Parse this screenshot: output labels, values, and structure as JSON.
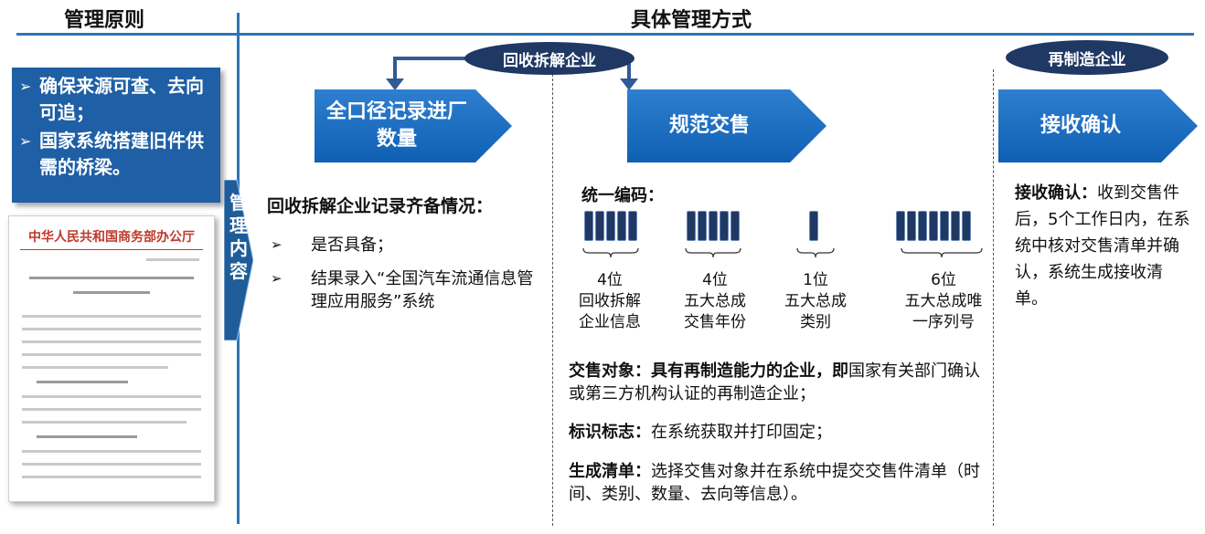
{
  "header": {
    "left_title": "管理原则",
    "right_title": "具体管理方式"
  },
  "principles": {
    "items": [
      {
        "bullet": "➢",
        "text": "确保来源可查、去向可追；"
      },
      {
        "bullet": "➢",
        "text": "国家系统搭建旧件供需的桥梁。"
      }
    ]
  },
  "document": {
    "issuer": "中华人民共和国商务部办公厅"
  },
  "side_label": "管理内容",
  "col1": {
    "ellipse": "回收拆解企业",
    "arrow_label": "全口径记录进厂数量",
    "heading": "回收拆解企业记录齐备情况：",
    "items": [
      {
        "bullet": "➢",
        "text": "是否具备；"
      },
      {
        "bullet": "➢",
        "text": "结果录入“全国汽车流通信息管理应用服务”系统"
      }
    ]
  },
  "col2": {
    "arrow_label": "规范交售",
    "code_title": "统一编码：",
    "codes": [
      {
        "count": 4,
        "label": "4位",
        "desc": "回收拆解企业信息"
      },
      {
        "count": 4,
        "label": "4位",
        "desc": "五大总成交售年份"
      },
      {
        "count": 1,
        "label": "1位",
        "desc": "五大总成类别"
      },
      {
        "count": 6,
        "label": "6位",
        "desc": "五大总成唯一序列号"
      }
    ],
    "p1_bold": "交售对象：具有再制造能力的企业，即",
    "p1_rest": "国家有关部门确认或第三方机构认证的再制造企业；",
    "p2_bold": "标识标志：",
    "p2_rest": "在系统获取并打印固定；",
    "p3_bold": "生成清单：",
    "p3_rest": "选择交售对象并在系统中提交交售件清单（时间、类别、数量、去向等信息）。"
  },
  "col3": {
    "ellipse": "再制造企业",
    "arrow_label": "接收确认",
    "p_bold": "接收确认：",
    "p_rest": "收到交售件后，5个工作日内，在系统中核对交售清单并确认，系统生成接收清单。"
  },
  "colors": {
    "accent": "#1e5fa5",
    "dark": "#1f3864",
    "line": "#2e75b6"
  }
}
